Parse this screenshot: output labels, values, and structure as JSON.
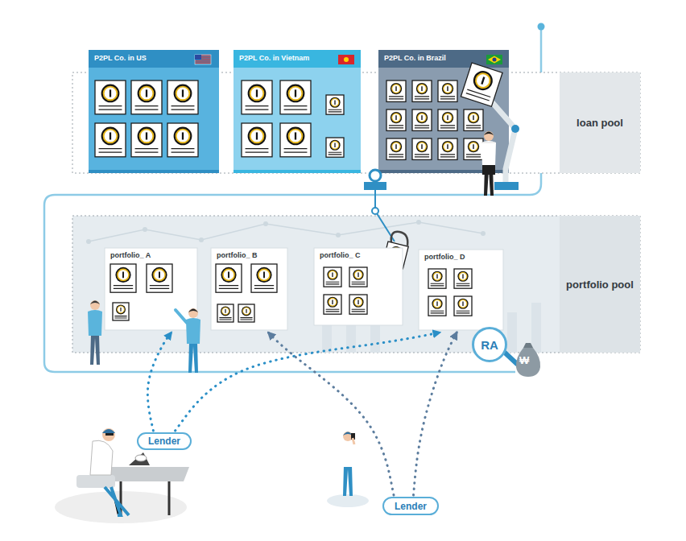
{
  "diagram": {
    "nodes": [
      {
        "text": [
          "loan pool"
        ]
      },
      {
        "text": [
          "P2PL Co. in US"
        ],
        "in": 0
      },
      {
        "text": [
          "P2PL Co. in Vietnam"
        ],
        "in": 0
      },
      {
        "text": [
          "P2PL Co. in Brazil"
        ],
        "in": 0
      },
      {
        "text": [
          "portfolio pool"
        ]
      },
      {
        "text": [
          "portfolio_ A"
        ],
        "in": 4
      },
      {
        "text": [
          "portfolio_ B"
        ],
        "in": 4
      },
      {
        "text": [
          "portfolio_ C"
        ],
        "in": 4
      },
      {
        "text": [
          "portfolio_ D"
        ],
        "in": 4
      },
      {
        "text": [
          "RA"
        ]
      },
      {
        "text": [
          "Lender"
        ]
      },
      {
        "text": [
          "Lender"
        ]
      }
    ],
    "edges": [
      {
        "from": 10,
        "to": 5,
        "arrow": "to"
      },
      {
        "from": 10,
        "to": 8,
        "arrow": "to"
      },
      {
        "from": 11,
        "to": 6,
        "arrow": "to"
      },
      {
        "from": 11,
        "to": 8,
        "arrow": "to"
      }
    ],
    "labels": [
      "₩"
    ]
  }
}
